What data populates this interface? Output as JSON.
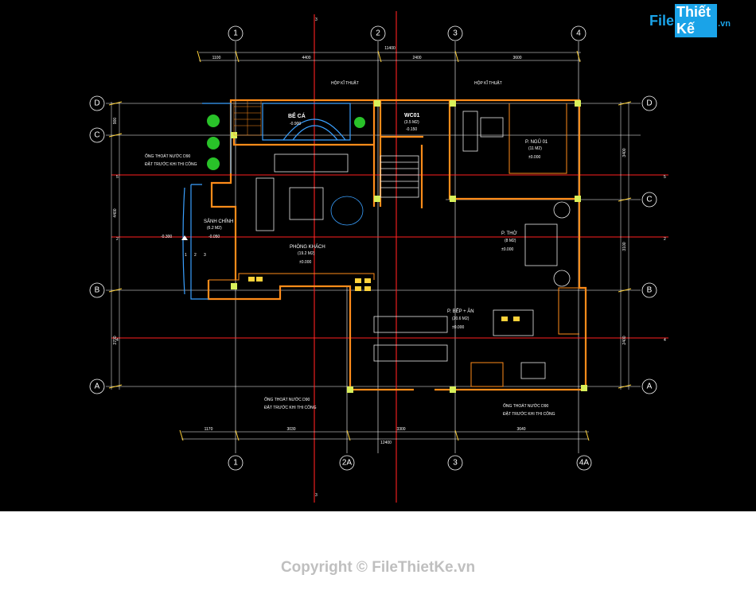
{
  "grid": {
    "top": [
      "1",
      "2",
      "3",
      "4"
    ],
    "bottom": [
      "1",
      "2A",
      "3",
      "4A"
    ],
    "left": [
      "D",
      "C",
      "B",
      "A"
    ],
    "right": [
      "D",
      "C",
      "B",
      "A"
    ],
    "red_top": "3",
    "red_bottom": "3",
    "red_side": [
      "5",
      "2",
      "4"
    ]
  },
  "dims": {
    "top_total": "11400",
    "top_segments": [
      "1100",
      "4400",
      "2400",
      "3600"
    ],
    "bottom_total": "12400",
    "bottom_segments": [
      "1170",
      "3030",
      "3300",
      "3640"
    ],
    "left_segments": [
      "900",
      "4400",
      "3700"
    ],
    "right_segments": [
      "3400",
      "3100",
      "2400"
    ]
  },
  "labels": {
    "hop_kt_1": "HỘP KĨ THUẬT",
    "hop_kt_2": "HỘP KĨ THUẬT",
    "be_ca": "BỂ CÁ",
    "be_ca_lvl": "-0.900",
    "wc_name": "WC01",
    "wc_area": "(3.5 M2)",
    "wc_lvl": "-0.150",
    "ngu_name": "P. NGỦ 01",
    "ngu_area": "(11 M2)",
    "ngu_lvl": "±0.000",
    "ong_1a": "ỐNG THOÁT NƯỚC D90",
    "ong_1b": "ĐẶT TRƯỚC KHI THI CÔNG",
    "sanh_name": "SẢNH CHÍNH",
    "sanh_area": "(6.2 M2)",
    "sanh_lvl": "-0.050",
    "ext_lvl": "-0.300",
    "tho_name": "P. THỜ",
    "tho_area": "(8 M2)",
    "tho_lvl": "±0.000",
    "khach_name": "PHÒNG KHÁCH",
    "khach_area": "(19.2 M2)",
    "khach_lvl": "±0.000",
    "bep_name": "P. BẾP + ĂN",
    "bep_area": "(20.6 M2)",
    "bep_lvl": "±0.000",
    "ong_2a": "ỐNG THOÁT NƯỚC D90",
    "ong_2b": "ĐẶT TRƯỚC KHI THI CÔNG",
    "ong_3a": "ỐNG THOÁT NƯỚC D90",
    "ong_3b": "ĐẶT TRƯỚC KHI THI CÔNG",
    "stair_1": "1",
    "stair_2": "2",
    "stair_3": "3"
  },
  "logo": {
    "part1": "File",
    "part2": "Thiết Kế",
    "part3": ".vn"
  },
  "copyright": "Copyright © FileThietKe.vn",
  "colors": {
    "background": "#000000",
    "wall": "#ff8c1a",
    "grid_line": "#ffffff",
    "red_axis": "#ff2020",
    "furniture": "#e8e8e8",
    "water": "#3aa0ff",
    "column": "#d9f05a",
    "plant": "#29c229",
    "page": "#ffffff",
    "copyright": "#bfbfbf",
    "logo": "#1aa3e8"
  }
}
